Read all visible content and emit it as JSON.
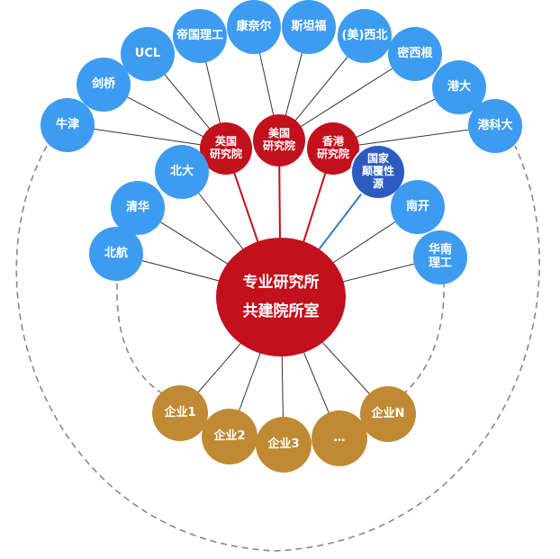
{
  "hub": {
    "line1": "专业研究所",
    "line2": "共建院所室"
  },
  "institutes": [
    {
      "key": "uk",
      "label": "英国\n研究院"
    },
    {
      "key": "us",
      "label": "美国\n研究院"
    },
    {
      "key": "hk",
      "label": "香港\n研究院"
    }
  ],
  "national_lab": {
    "label": "国家\n颠覆性\n源"
  },
  "universities_outer": [
    {
      "key": "oxford",
      "label": "牛津",
      "attach": "uk"
    },
    {
      "key": "cambridge",
      "label": "剑桥",
      "attach": "uk"
    },
    {
      "key": "ucl",
      "label": "UCL",
      "attach": "uk"
    },
    {
      "key": "imperial",
      "label": "帝国理工",
      "attach": "uk"
    },
    {
      "key": "cornell",
      "label": "康奈尔",
      "attach": "us"
    },
    {
      "key": "stanford",
      "label": "斯坦福",
      "attach": "us"
    },
    {
      "key": "northwestern",
      "label": "(美)西北",
      "attach": "us"
    },
    {
      "key": "michigan",
      "label": "密西根",
      "attach": "us"
    },
    {
      "key": "hku",
      "label": "港大",
      "attach": "hk"
    },
    {
      "key": "hkust",
      "label": "港科大",
      "attach": "hk"
    }
  ],
  "universities_inner": [
    {
      "key": "pku",
      "label": "北大"
    },
    {
      "key": "tsinghua",
      "label": "清华"
    },
    {
      "key": "buaa",
      "label": "北航"
    },
    {
      "key": "nankai",
      "label": "南开"
    },
    {
      "key": "scut",
      "label": "华南\n理工"
    }
  ],
  "enterprises": [
    {
      "key": "e1",
      "label": "企业1"
    },
    {
      "key": "e2",
      "label": "企业2"
    },
    {
      "key": "e3",
      "label": "企业3"
    },
    {
      "key": "e4",
      "label": "…"
    },
    {
      "key": "en",
      "label": "企业N"
    }
  ],
  "colors": {
    "university": "#3d9cf0",
    "institute": "#c2101c",
    "national_lab": "#2e5bbf",
    "enterprise": "#c08a35",
    "hub": "#c2101c",
    "link_gray": "#333333",
    "link_red": "#c2101c",
    "link_blue": "#2f7fc4",
    "dashed": "#888888"
  }
}
